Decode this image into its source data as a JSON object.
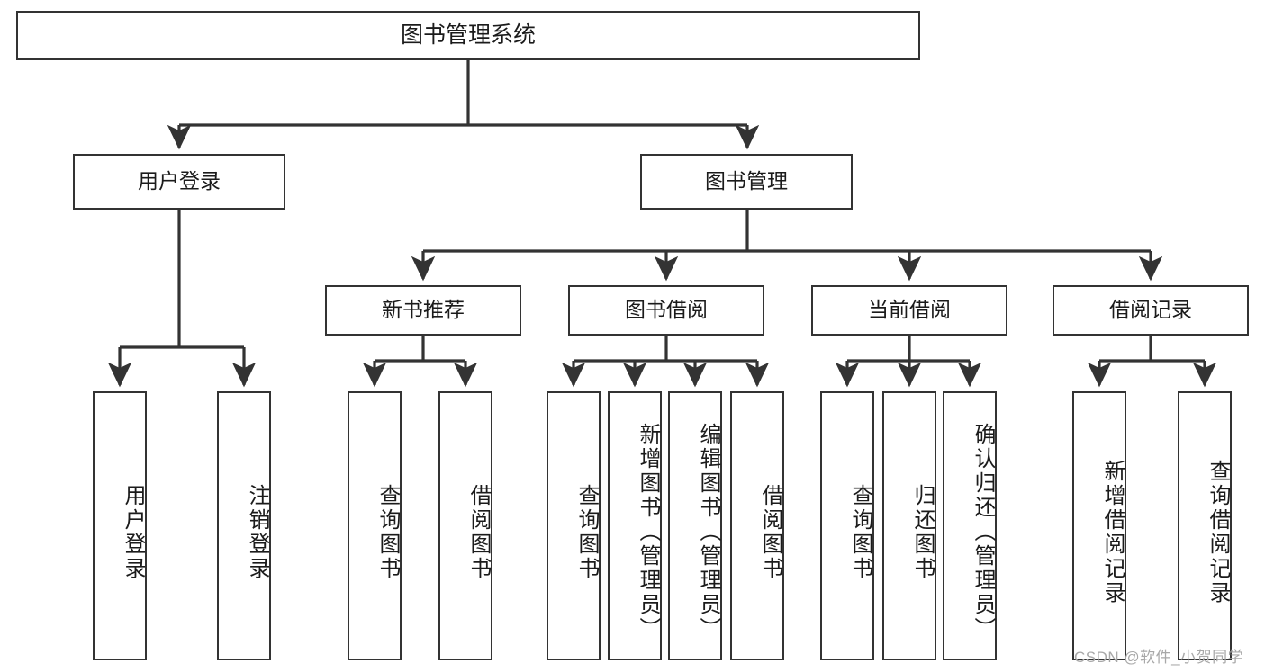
{
  "diagram": {
    "title": "图书管理系统",
    "type": "tree-hierarchy",
    "root": {
      "id": "root",
      "label": "图书管理系统"
    },
    "level1": [
      {
        "id": "user-login",
        "label": "用户登录"
      },
      {
        "id": "book-manage",
        "label": "图书管理"
      }
    ],
    "level2": [
      {
        "id": "new-book-recommend",
        "label": "新书推荐",
        "parent": "book-manage"
      },
      {
        "id": "book-borrow",
        "label": "图书借阅",
        "parent": "book-manage"
      },
      {
        "id": "current-borrow",
        "label": "当前借阅",
        "parent": "book-manage"
      },
      {
        "id": "borrow-record",
        "label": "借阅记录",
        "parent": "book-manage"
      }
    ],
    "leaves": [
      {
        "id": "leaf-user-login",
        "label": "用户登录",
        "parent": "user-login"
      },
      {
        "id": "leaf-logout-login",
        "label": "注销登录",
        "parent": "user-login"
      },
      {
        "id": "leaf-query-book-1",
        "label": "查询图书",
        "parent": "new-book-recommend"
      },
      {
        "id": "leaf-borrow-book-1",
        "label": "借阅图书",
        "parent": "new-book-recommend"
      },
      {
        "id": "leaf-query-book-2",
        "label": "查询图书",
        "parent": "book-borrow"
      },
      {
        "id": "leaf-add-book",
        "label": "新增图书（管理员）",
        "parent": "book-borrow"
      },
      {
        "id": "leaf-edit-book",
        "label": "编辑图书（管理员）",
        "parent": "book-borrow"
      },
      {
        "id": "leaf-borrow-book-2",
        "label": "借阅图书",
        "parent": "book-borrow"
      },
      {
        "id": "leaf-query-book-3",
        "label": "查询图书",
        "parent": "current-borrow"
      },
      {
        "id": "leaf-return-book",
        "label": "归还图书",
        "parent": "current-borrow"
      },
      {
        "id": "leaf-confirm-return",
        "label": "确认归还（管理员）",
        "parent": "current-borrow"
      },
      {
        "id": "leaf-add-record",
        "label": "新增借阅记录",
        "parent": "borrow-record"
      },
      {
        "id": "leaf-query-record",
        "label": "查询借阅记录",
        "parent": "borrow-record"
      }
    ],
    "watermark": "CSDN @软件_小贺同学",
    "colors": {
      "stroke": "#333333",
      "fill": "#ffffff",
      "text": "#1b1b1b",
      "watermark": "#a8a8a8"
    }
  }
}
